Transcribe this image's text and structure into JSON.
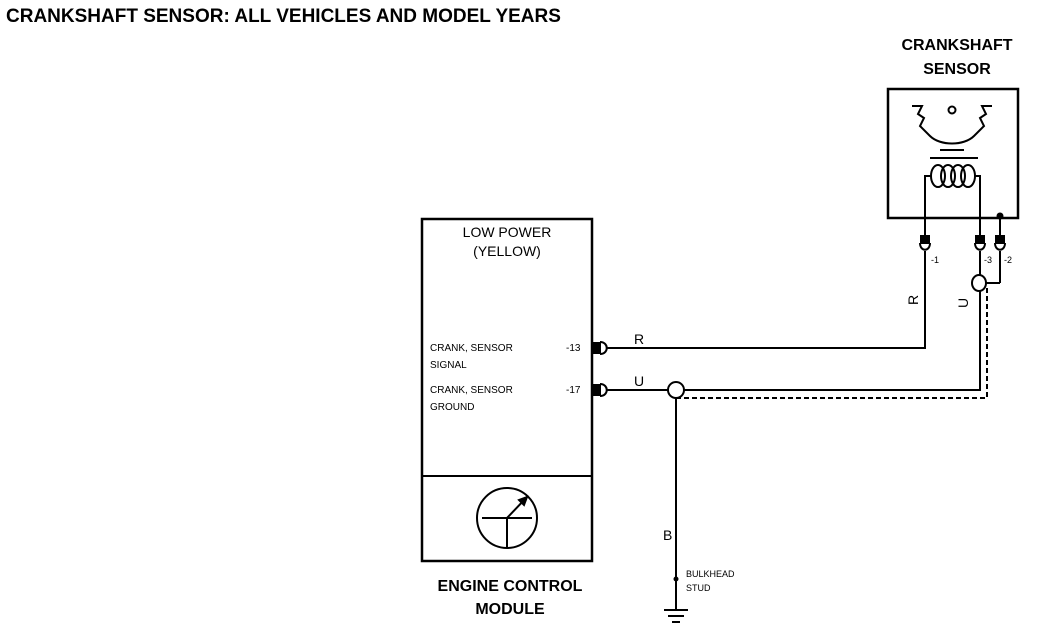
{
  "title": "CRANKSHAFT SENSOR: ALL VEHICLES AND MODEL YEARS",
  "sensor": {
    "label_line1": "CRANKSHAFT",
    "label_line2": "SENSOR"
  },
  "ecm": {
    "header_line1": "LOW POWER",
    "header_line2": "(YELLOW)",
    "label_line1": "ENGINE CONTROL",
    "label_line2": "MODULE"
  },
  "pins": {
    "signal_line1": "CRANK, SENSOR",
    "signal_line2": "SIGNAL",
    "signal_pin": "-13",
    "ground_line1": "CRANK, SENSOR",
    "ground_line2": "GROUND",
    "ground_pin": "-17"
  },
  "sensor_pins": {
    "pin1": "-1",
    "pin3": "-3",
    "pin2": "-2"
  },
  "wires": {
    "signal_color": "R",
    "ground_color": "U",
    "sensor_r": "R",
    "sensor_u": "U",
    "ground_b": "B"
  },
  "ground_point": {
    "line1": "BULKHEAD",
    "line2": "STUD"
  }
}
